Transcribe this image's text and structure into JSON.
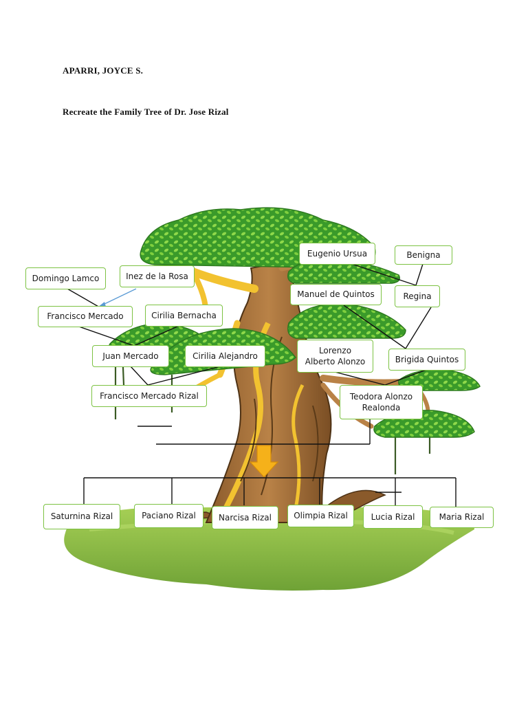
{
  "header": {
    "author": "APARRI, JOYCE S.",
    "instruction": "Recreate the Family Tree of Dr. Jose Rizal"
  },
  "colors": {
    "node_border": "#7cc242",
    "leaf_dark": "#3a9a2a",
    "leaf_light": "#7fcf3e",
    "trunk": "#a8743f",
    "trunk_highlight": "#f2c230",
    "grass": "#8fbf45",
    "arrow": "#f5b11a",
    "connector": "#111111",
    "blue_arrow": "#5b9bd5"
  },
  "nodes": {
    "domingo_lamco": "Domingo Lamco",
    "inez_de_la_rosa": "Inez de la Rosa",
    "francisco_mercado": "Francisco Mercado",
    "cirilia_bernacha": "Cirilia Bernacha",
    "juan_mercado": "Juan Mercado",
    "cirilia_alejandro": "Cirilia Alejandro",
    "francisco_mercado_rizal": "Francisco Mercado Rizal",
    "eugenio_ursua": "Eugenio Ursua",
    "benigna": "Benigna",
    "manuel_de_quintos": "Manuel de Quintos",
    "regina": "Regina",
    "lorenzo_alberto_alonzo": "Lorenzo\nAlberto Alonzo",
    "brigida_quintos": "Brigida Quintos",
    "teodora_alonzo_realonda": "Teodora Alonzo\nRealonda"
  },
  "children": [
    "Saturnina Rizal",
    "Paciano Rizal",
    "Narcisa Rizal",
    "Olimpia Rizal",
    "Lucia Rizal",
    "Maria Rizal"
  ]
}
